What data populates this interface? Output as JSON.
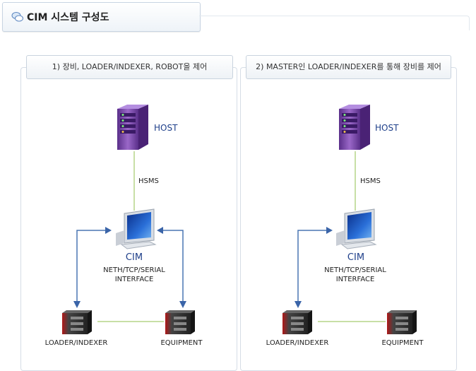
{
  "title": "CIM 시스템 구성도",
  "panels": [
    {
      "caption": "1) 장비, LOADER/INDEXER, ROBOT을 제어",
      "host": "HOST",
      "link": "HSMS",
      "cim": "CIM",
      "cim_sub1": "NETH/TCP/SERIAL",
      "cim_sub2": "INTERFACE",
      "loader": "LOADER/INDEXER",
      "equipment": "EQUIPMENT"
    },
    {
      "caption": "2) MASTER인 LOADER/INDEXER를 통해 장비를 제어",
      "host": "HOST",
      "link": "HSMS",
      "cim": "CIM",
      "cim_sub1": "NETH/TCP/SERIAL",
      "cim_sub2": "INTERFACE",
      "loader": "LOADER/INDEXER",
      "equipment": "EQUIPMENT"
    }
  ],
  "colors": {
    "arrow": "#4a76b4",
    "link_line": "#c8dfa6",
    "server": "#7b4ba8",
    "label": "#1e3f8a"
  }
}
